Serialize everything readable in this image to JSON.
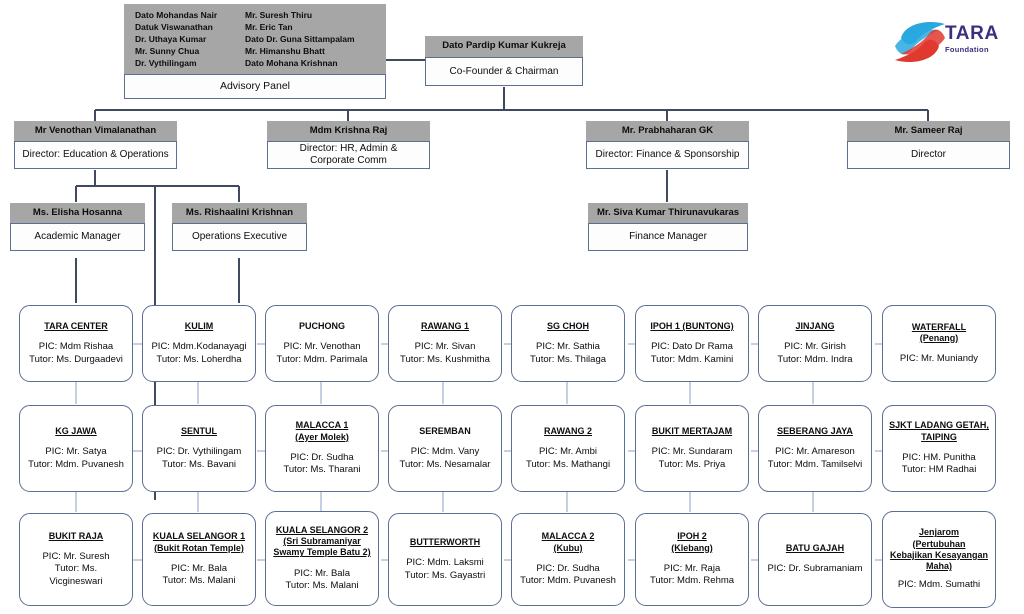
{
  "logo": {
    "brand": "TARA",
    "tagline": "Foundation",
    "mark_colors": {
      "upper": "#29a8e0",
      "lower": "#e03a2f"
    },
    "text_color": "#3b3080"
  },
  "advisory_panel": {
    "label": "Advisory Panel",
    "members_left": [
      "Dato Mohandas Nair",
      "Datuk Viswanathan",
      "Dr. Uthaya Kumar",
      "Mr. Sunny Chua",
      "Dr. Vythilingam"
    ],
    "members_right": [
      "Mr. Suresh Thiru",
      "Mr. Eric Tan",
      "Dato Dr. Guna Sittampalam",
      "Mr. Himanshu Bhatt",
      "Dato Mohana Krishnan"
    ]
  },
  "chairman": {
    "name": "Dato Pardip Kumar Kukreja",
    "title": "Co-Founder & Chairman"
  },
  "directors": [
    {
      "name": "Mr Venothan Vimalanathan",
      "title": "Director: Education & Operations"
    },
    {
      "name": "Mdm Krishna Raj",
      "title": "Director: HR, Admin &\nCorporate Comm"
    },
    {
      "name": "Mr. Prabhaharan GK",
      "title": "Director: Finance & Sponsorship"
    },
    {
      "name": "Mr. Sameer Raj",
      "title": "Director"
    }
  ],
  "managers": [
    {
      "name": "Ms. Elisha Hosanna",
      "title": "Academic Manager"
    },
    {
      "name": "Ms. Rishaalini Krishnan",
      "title": "Operations Executive"
    },
    {
      "name": "Mr. Siva Kumar Thirunavukaras",
      "title": "Finance Manager"
    }
  ],
  "centres": {
    "row1": [
      {
        "title": "TARA CENTER",
        "lines": "PIC: Mdm Rishaa\nTutor: Ms. Durgaadevi"
      },
      {
        "title": "KULIM",
        "lines": "PIC: Mdm.Kodanayagi\nTutor: Ms. Loherdha"
      },
      {
        "title": "PUCHONG",
        "lines": "PIC: Mr. Venothan\nTutor: Mdm. Parimala"
      },
      {
        "title": "RAWANG 1",
        "lines": "PIC: Mr. Sivan\nTutor: Ms. Kushmitha"
      },
      {
        "title": "SG CHOH",
        "lines": "PIC: Mr. Sathia\nTutor: Ms. Thilaga"
      },
      {
        "title": "IPOH 1 (BUNTONG)",
        "lines": "PIC: Dato Dr Rama\nTutor: Mdm. Kamini"
      },
      {
        "title": "JINJANG",
        "lines": "PIC: Mr. Girish\nTutor: Mdm. Indra"
      },
      {
        "title": "WATERFALL\n(Penang)",
        "lines": "PIC: Mr. Muniandy"
      }
    ],
    "row2": [
      {
        "title": "KG JAWA",
        "lines": "PIC: Mr. Satya\nTutor: Mdm. Puvanesh"
      },
      {
        "title": "SENTUL",
        "lines": "PIC: Dr. Vythilingam\nTutor: Ms. Bavani"
      },
      {
        "title": "MALACCA 1\n(Ayer Molek)",
        "lines": "PIC: Dr. Sudha\nTutor: Ms. Tharani"
      },
      {
        "title": "SEREMBAN",
        "lines": "PIC: Mdm. Vany\nTutor: Ms. Nesamalar"
      },
      {
        "title": "RAWANG 2",
        "lines": "PIC: Mr. Ambi\nTutor: Ms. Mathangi"
      },
      {
        "title": "BUKIT MERTAJAM",
        "lines": "PIC: Mr. Sundaram\nTutor: Ms. Priya"
      },
      {
        "title": "SEBERANG JAYA",
        "lines": "PIC: Mr. Amareson\nTutor: Mdm. Tamilselvi"
      },
      {
        "title": "SJKT LADANG GETAH,\nTAIPING",
        "lines": "PIC: HM. Punitha\nTutor: HM Radhai"
      }
    ],
    "row3": [
      {
        "title": "BUKIT RAJA",
        "lines": "PIC: Mr. Suresh\nTutor: Ms.\nVicgineswari"
      },
      {
        "title": "KUALA SELANGOR 1\n(Bukit Rotan Temple)",
        "lines": "PIC: Mr. Bala\nTutor: Ms. Malani"
      },
      {
        "title": "KUALA SELANGOR 2\n(Sri Subramaniyar\nSwamy Temple Batu 2)",
        "lines": "PIC: Mr. Bala\nTutor: Ms. Malani"
      },
      {
        "title": "BUTTERWORTH",
        "lines": "PIC: Mdm. Laksmi\nTutor: Ms. Gayastri"
      },
      {
        "title": "MALACCA 2\n(Kubu)",
        "lines": "PIC: Dr. Sudha\nTutor: Mdm. Puvanesh"
      },
      {
        "title": "IPOH 2\n(Klebang)",
        "lines": "PIC: Mr. Raja\nTutor: Mdm. Rehma"
      },
      {
        "title": "BATU GAJAH",
        "lines": "PIC: Dr. Subramaniam"
      },
      {
        "title": "Jenjarom\n(Pertubuhan\nKebajikan Kesayangan\nMaha)",
        "lines": "PIC: Mdm. Sumathi"
      }
    ]
  }
}
